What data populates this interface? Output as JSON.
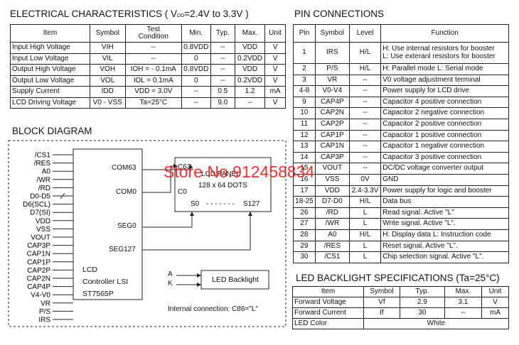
{
  "elec": {
    "title": "ELECTRICAL CHARACTERISTICS  ( V",
    "title_sub": "DD",
    "title_end": "=2.4V to 3.3V )",
    "headers": [
      "Item",
      "Symbol",
      "Test\nCondition",
      "Min.",
      "Typ.",
      "Max.",
      "Unit"
    ],
    "rows": [
      [
        "Input  High Voltage",
        "VIH",
        "--",
        "0.8VDD",
        "--",
        "VDD",
        "V"
      ],
      [
        "Input  Low Voltage",
        "VIL",
        "--",
        "0",
        "--",
        "0.2VDD",
        "V"
      ],
      [
        "Output High Voltage",
        "VOH",
        "IOH = - 0.1mA",
        "0.8VDD",
        "--",
        "VDD",
        "V"
      ],
      [
        "Output Low Voltage",
        "VOL",
        "IOL =  0.1mA",
        "0",
        "--",
        "0.2VDD",
        "V"
      ],
      [
        "Supply Current",
        "IDD",
        "VDD = 3.0V",
        "--",
        "0.5",
        "1.2",
        "mA"
      ],
      [
        "LCD Driving Voltage",
        "V0 - VSS",
        "Ta=25°C",
        "--",
        "9.0",
        "--",
        "V"
      ]
    ]
  },
  "pins": {
    "title": "PIN CONNECTIONS",
    "headers": [
      "Pin",
      "Symbol",
      "Level",
      "Function"
    ],
    "rows": [
      [
        "1",
        "IRS",
        "H/L",
        "H: Use internal resistors for booster\nL: Use exteranl resistors for booster"
      ],
      [
        "2",
        "P/S",
        "H/L",
        "H: Parallel mode       L: Serial mode"
      ],
      [
        "3",
        "VR",
        "--",
        "V0 voltage adjustment terminal"
      ],
      [
        "4-8",
        "V0-V4",
        "--",
        "Power supply for LCD drive"
      ],
      [
        "9",
        "CAP4P",
        "--",
        "Capacitor 4 positive connection"
      ],
      [
        "10",
        "CAP2N",
        "--",
        "Capacitor 2 negative connection"
      ],
      [
        "11",
        "CAP2P",
        "--",
        "Capacitor 2 positive connection"
      ],
      [
        "12",
        "CAP1P",
        "--",
        "Capacitor 1 positive connection"
      ],
      [
        "13",
        "CAP1N",
        "--",
        "Capacitor 1 negative connection"
      ],
      [
        "14",
        "CAP3P",
        "--",
        "Capacitor 3 positive connection"
      ],
      [
        "15",
        "VOUT",
        "--",
        "DC/DC voltage converter output"
      ],
      [
        "16",
        "VSS",
        "0V",
        "GND"
      ],
      [
        "17",
        "VDD",
        "2.4-3.3V",
        "Power supply for logic and booster"
      ],
      [
        "18-25",
        "D7-D0",
        "H/L",
        "Data bus"
      ],
      [
        "26",
        "/RD",
        "L",
        "Read signal. Active \"L\""
      ],
      [
        "27",
        "/WR",
        "L",
        "Write signal. Active \"L\"."
      ],
      [
        "28",
        "A0",
        "H/L",
        "H: Display data    L: Instruction code"
      ],
      [
        "29",
        "/RES",
        "L",
        "Reset signal. Active \"L\"."
      ],
      [
        "30",
        "/CS1",
        "L",
        "Chip selection signal. Active \"L\"."
      ]
    ]
  },
  "led": {
    "title": "LED BACKLIGHT SPECIFICATIONS (Ta=25°C)",
    "headers": [
      "Item",
      "Symbol",
      "Typ.",
      "Max.",
      "Unit"
    ],
    "rows": [
      [
        "Forward Voltage",
        "Vf",
        "2.9",
        "3.1",
        "V"
      ],
      [
        "Forward Current",
        "If",
        "30",
        "--",
        "mA"
      ]
    ],
    "color_label": "LED Color",
    "color_value": "White"
  },
  "block": {
    "title": "BLOCK DIAGRAM",
    "left_pins": [
      "/CS1",
      "/RES",
      "A0",
      "/WR",
      "/RD",
      "D0-D5",
      "D6(SCL)",
      "D7(SI)",
      "VDD",
      "VSS",
      "VOUT",
      "CAP3P",
      "CAP1N",
      "CAP1P",
      "CAP2P",
      "CAP2N",
      "CAP4P",
      "V4-V0",
      "VR",
      "P/S",
      "IRS"
    ],
    "com63": "COM63",
    "com0": "COM0",
    "seg0": "SEG0",
    "seg127": "SEG127",
    "lsi_line1": "LCD",
    "lsi_line2": "Controller LSI",
    "lsi_line3": "ST7565P",
    "panel_c63": "C63",
    "panel_title": "LCD PANEL",
    "panel_dots": "128 x 64 DOTS",
    "panel_c0": "C0",
    "panel_s0": "S0",
    "panel_dashes": "- - - - - - -",
    "panel_s127": "S127",
    "a_label": "A",
    "k_label": "K",
    "backlight": "LED Backlight",
    "internal": "Internal connection: C86=\"L\""
  },
  "watermark": "Store No.912458834"
}
